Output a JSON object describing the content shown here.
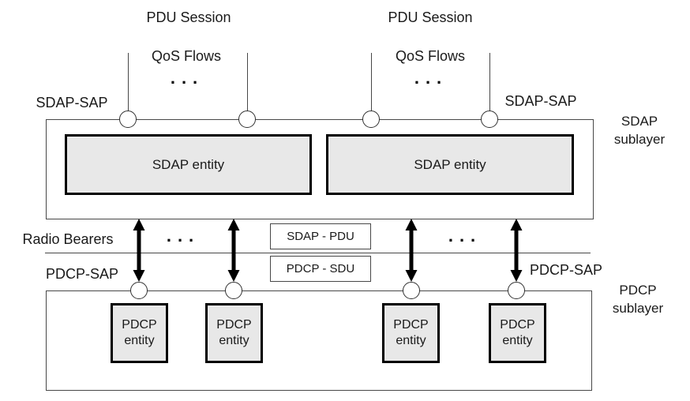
{
  "labels": {
    "pdu_session": "PDU Session",
    "qos_flows": "QoS Flows",
    "ellipsis": "...",
    "sdap_sap": "SDAP-SAP",
    "radio_bearers": "Radio Bearers",
    "pdcp_sap": "PDCP-SAP"
  },
  "sublayers": {
    "sdap": {
      "name_line1": "SDAP",
      "name_line2": "sublayer",
      "entity_label": "SDAP entity",
      "entity_count": 2
    },
    "pdcp": {
      "name_line1": "PDCP",
      "name_line2": "sublayer",
      "entity_line1": "PDCP",
      "entity_line2": "entity",
      "entity_count": 4
    }
  },
  "pdu_labels": {
    "sdap_pdu": "SDAP - PDU",
    "pdcp_sdu": "PDCP - SDU"
  },
  "colors": {
    "entity_fill": "#e8e8e8",
    "line": "#474747",
    "arrow": "#000000",
    "background": "#ffffff"
  }
}
